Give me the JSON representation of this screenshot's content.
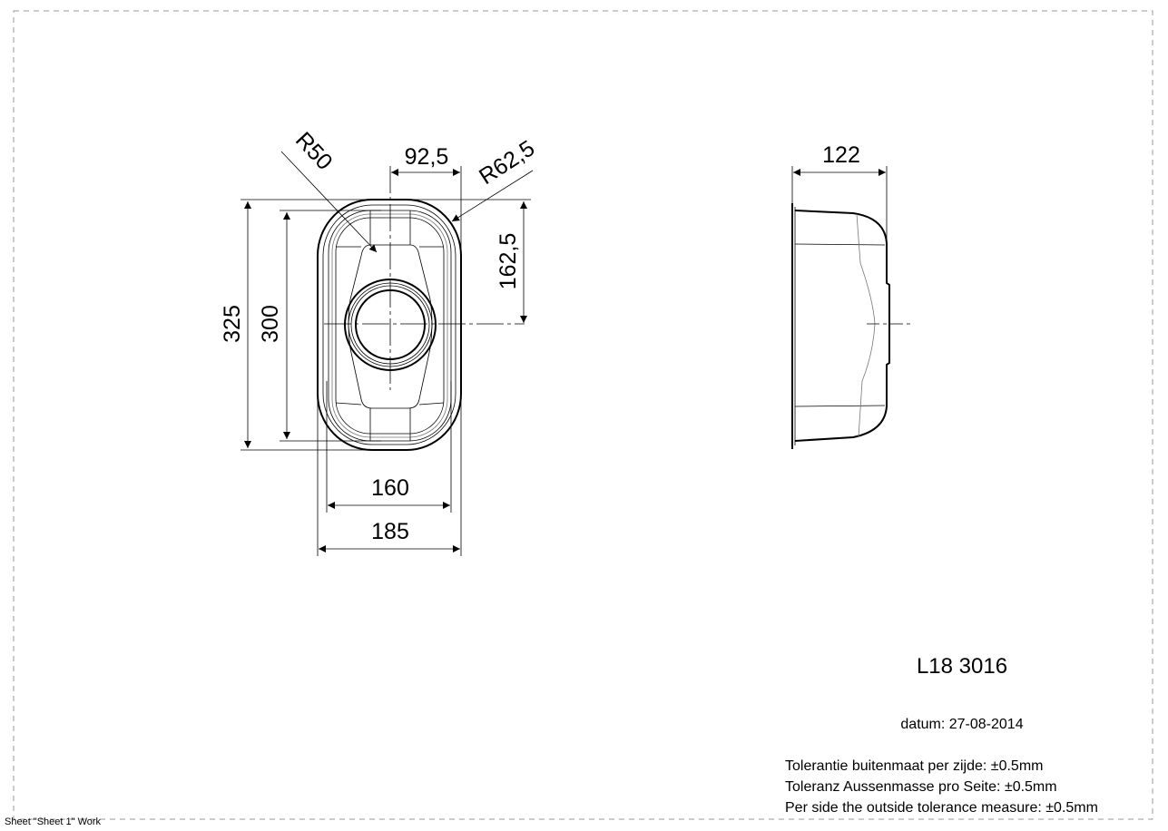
{
  "drawing": {
    "product_code": "L18 3016",
    "date": "datum: 27-08-2014",
    "tolerances": [
      "Tolerantie buitenmaat per zijde: ±0.5mm",
      "Toleranz Aussenmasse pro Seite: ±0.5mm",
      "Per side the outside tolerance measure: ±0.5mm"
    ],
    "sheet_label": "Sheet \"Sheet 1\" Work"
  },
  "top_view": {
    "dims": {
      "overall_length": "325",
      "inner_length": "300",
      "half_width": "92,5",
      "drain_offset": "162,5",
      "inner_width": "160",
      "overall_width": "185",
      "radius_inner": "R50",
      "radius_outer": "R62,5"
    }
  },
  "side_view": {
    "dims": {
      "depth": "122"
    }
  }
}
